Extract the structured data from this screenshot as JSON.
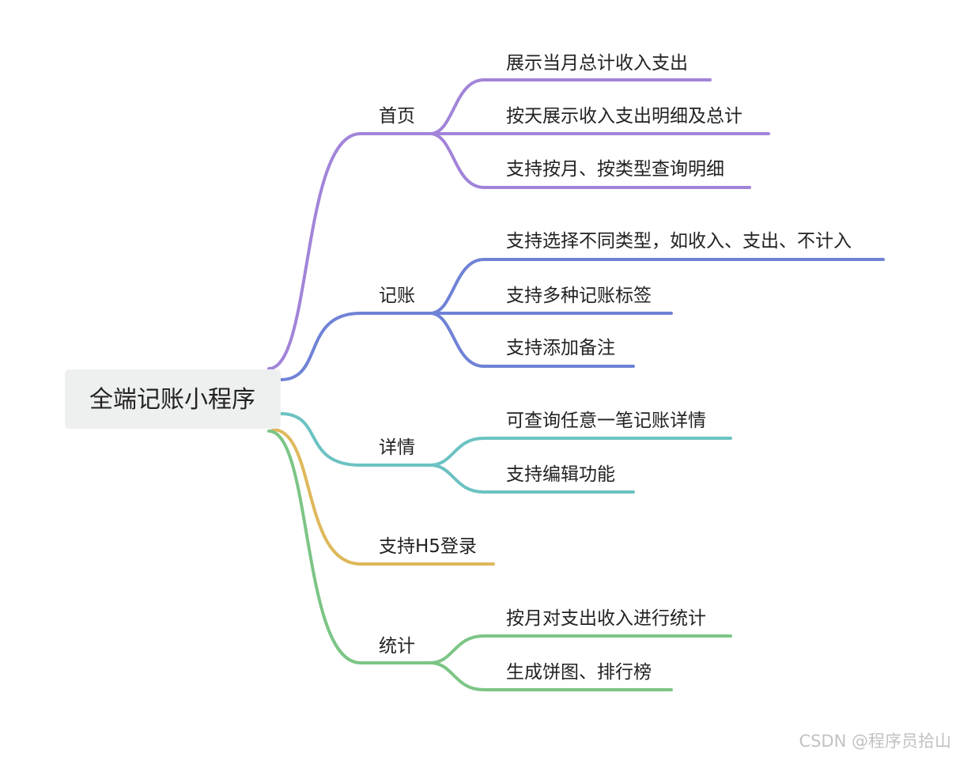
{
  "mindmap": {
    "root": "全端记账小程序",
    "branches": [
      {
        "label": "首页",
        "color": "#a284d9",
        "children": [
          "展示当月总计收入支出",
          "按天展示收入支出明细及总计",
          "支持按月、按类型查询明细"
        ]
      },
      {
        "label": "记账",
        "color": "#6f82d6",
        "children": [
          "支持选择不同类型，如收入、支出、不计入",
          "支持多种记账标签",
          "支持添加备注"
        ]
      },
      {
        "label": "详情",
        "color": "#6cc2c2",
        "children": [
          "可查询任意一笔记账详情",
          "支持编辑功能"
        ]
      },
      {
        "label": "支持H5登录",
        "color": "#deb85a",
        "children": []
      },
      {
        "label": "统计",
        "color": "#7cc586",
        "children": [
          "按月对支出收入进行统计",
          "生成饼图、排行榜"
        ]
      }
    ]
  },
  "watermark": "CSDN @程序员拾山"
}
